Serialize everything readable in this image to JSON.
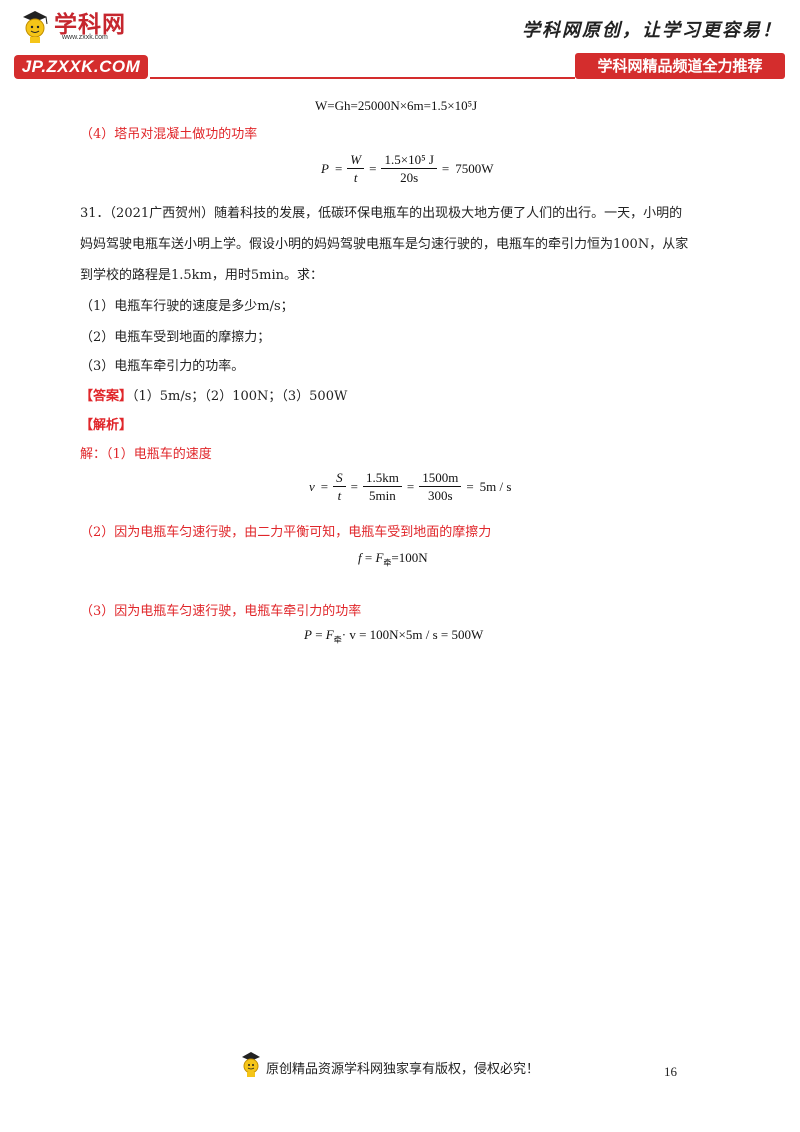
{
  "header": {
    "logo_text": "学科网",
    "logo_url": "www.zxxk.com",
    "badge_left": "JP.ZXXK.COM",
    "slogan": "学科网原创，让学习更容易！",
    "badge_right": "学科网精品频道全力推荐"
  },
  "content": {
    "work_formula": "W=Gh=25000N×6m=1.5×10⁵J",
    "q4_heading": "（4）塔吊对混凝土做功的功率",
    "power_formula": {
      "lhs": "P",
      "frac1_num": "W",
      "frac1_den": "t",
      "frac2_num": "1.5×10⁵ J",
      "frac2_den": "20s",
      "result": "7500W"
    },
    "problem_31": {
      "line1": "31．（2021广西贺州）随着科技的发展，低碳环保电瓶车的出现极大地方便了人们的出行。一天，小明的",
      "line2": "妈妈驾驶电瓶车送小明上学。假设小明的妈妈驾驶电瓶车是匀速行驶的，电瓶车的牵引力恒为100N，从家",
      "line3": "到学校的路程是1.5km，用时5min。求：",
      "q1": "（1）电瓶车行驶的速度是多少m/s；",
      "q2": "（2）电瓶车受到地面的摩擦力；",
      "q3": "（3）电瓶车牵引力的功率。"
    },
    "answer_label": "【答案】",
    "answer_text": "（1）5m/s；（2）100N；（3）500W",
    "analysis_label": "【解析】",
    "sol1_heading": "解：（1）电瓶车的速度",
    "speed_formula": {
      "lhs": "v",
      "frac1_num": "S",
      "frac1_den": "t",
      "frac2_num": "1.5km",
      "frac2_den": "5min",
      "frac3_num": "1500m",
      "frac3_den": "300s",
      "result": "5m / s"
    },
    "sol2_heading": "（2）因为电瓶车匀速行驶，由二力平衡可知，电瓶车受到地面的摩擦力",
    "friction_formula": {
      "lhs": "f",
      "mid": "F",
      "sub": "牵",
      "result": "=100N"
    },
    "sol3_heading": "（3）因为电瓶车匀速行驶，电瓶车牵引力的功率",
    "power2_formula": {
      "lhs": "P",
      "mid": "F",
      "sub": "牵",
      "rest": "· v = 100N×5m / s = 500W"
    }
  },
  "footer": {
    "text": "原创精品资源学科网独家享有版权，侵权必究！",
    "page_number": "16"
  },
  "colors": {
    "accent": "#d42d2d",
    "answer_red": "#e0262a"
  }
}
